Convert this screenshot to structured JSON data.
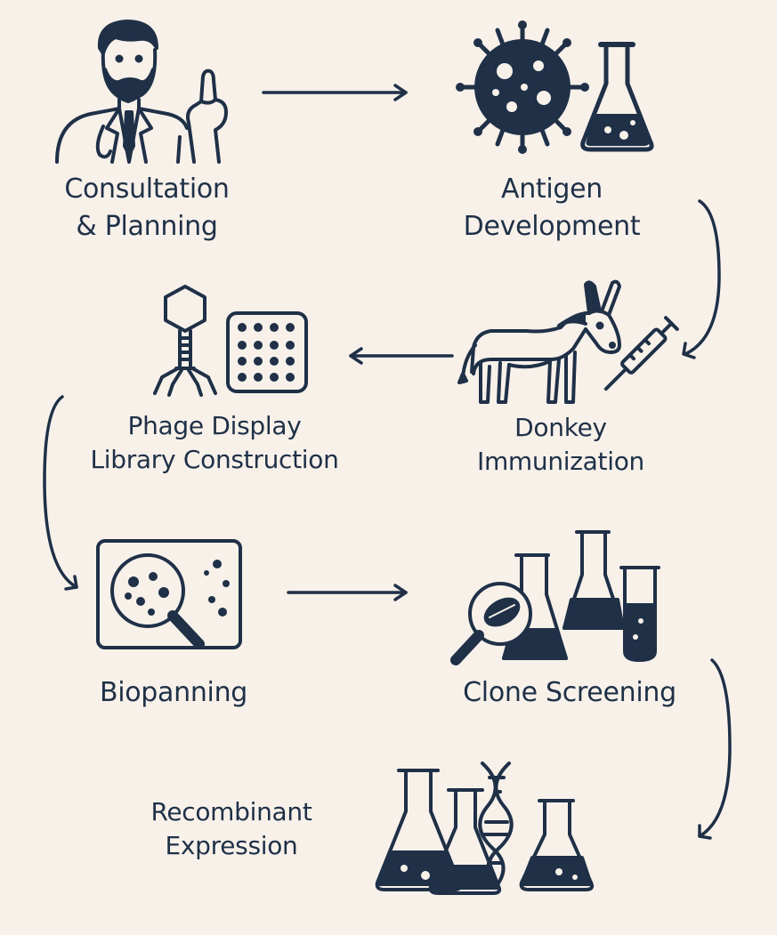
{
  "steps": [
    {
      "lines": [
        "Consultation",
        "& Planning"
      ],
      "icon": "doctor-icon"
    },
    {
      "lines": [
        "Antigen",
        "Development"
      ],
      "icon": "virus-flask-icon"
    },
    {
      "lines": [
        "Donkey",
        "Immunization"
      ],
      "icon": "donkey-syringe-icon"
    },
    {
      "lines": [
        "Phage Display",
        "Library Construction"
      ],
      "icon": "phage-plate-icon"
    },
    {
      "lines": [
        "Biopanning"
      ],
      "icon": "magnifier-plate-icon"
    },
    {
      "lines": [
        "Clone Screening"
      ],
      "icon": "magnifier-flasks-icon"
    },
    {
      "lines": [
        "Recombinant",
        "Expression"
      ],
      "icon": "flasks-dna-icon"
    }
  ],
  "colors": {
    "ink": "#1f3047",
    "background": "#f7f1ea"
  }
}
